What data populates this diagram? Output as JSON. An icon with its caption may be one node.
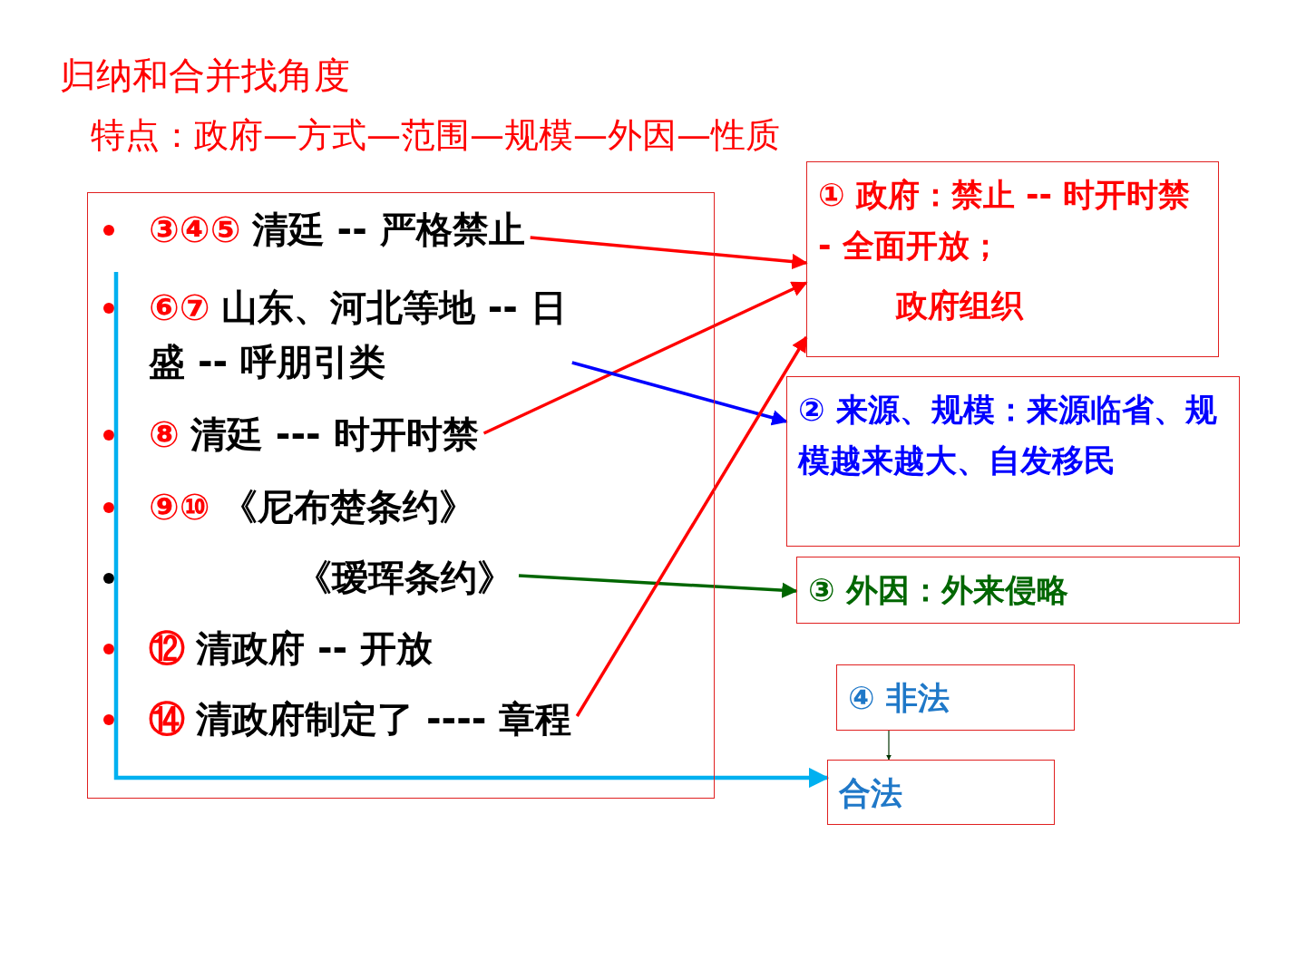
{
  "diagram": {
    "title": "归纳和合并找角度",
    "nodes": [
      {
        "text": [],
        "shape": "box"
      },
      {
        "text": [
          "③④⑤",
          "清廷 -- 严格禁止"
        ],
        "in": 0
      },
      {
        "text": [
          "⑥⑦",
          "山东、河北等地 -- 日盛 -- 呼朋引类"
        ],
        "in": 0
      },
      {
        "text": [
          "⑧",
          "清廷 --- 时开时禁"
        ],
        "in": 0
      },
      {
        "text": [
          "⑨⑩",
          "《尼布楚条约》"
        ],
        "in": 0
      },
      {
        "text": [
          "《瑷珲条约》"
        ],
        "in": 0
      },
      {
        "text": [
          "⑫",
          "清政府 -- 开放"
        ],
        "in": 0
      },
      {
        "text": [
          "⑭",
          "清政府制定了 ---- 章程"
        ],
        "in": 0
      },
      {
        "text": [
          "① 政府：禁止 -- 时开时禁 - 全面开放；",
          "政府组织"
        ]
      },
      {
        "text": [
          "② 来源、规模：来源临省、规模越来越大、自发移民"
        ]
      },
      {
        "text": [
          "③ 外因：外来侵略"
        ]
      },
      {
        "text": [
          "④ 非法"
        ]
      },
      {
        "text": [
          "合法"
        ]
      }
    ],
    "edges": [
      {
        "from": 1,
        "to": 8,
        "arrow": "to"
      },
      {
        "from": 3,
        "to": 8,
        "arrow": "to"
      },
      {
        "from": 2,
        "to": 9,
        "arrow": "to",
        "color": "#0000ff"
      },
      {
        "from": 5,
        "to": 10,
        "arrow": "to",
        "color": "#006600"
      },
      {
        "from": 7,
        "to": 8,
        "arrow": "to"
      },
      {
        "from": null,
        "to": 12,
        "arrow": "to",
        "color": "#00b0f0"
      },
      {
        "from": 11,
        "to": 12,
        "arrow": "to",
        "color": "#003300"
      }
    ],
    "labels": [
      "特点：政府—方式—范围—规模—外因—性质"
    ]
  }
}
